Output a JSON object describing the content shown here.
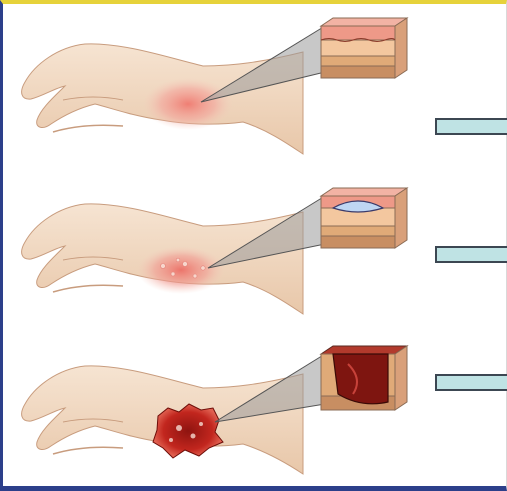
{
  "figure": {
    "panels": [
      {
        "id": "superficial",
        "label": ""
      },
      {
        "id": "partial-thickness",
        "label": ""
      },
      {
        "id": "full-thickness",
        "label": ""
      }
    ]
  },
  "colors": {
    "border_top": "#e6d23a",
    "border_side": "#2c3f8a",
    "skin": "#f3ddc7",
    "skin_shadow": "#e3bfa0",
    "redness": "#f08a80",
    "wound": "#c2261e",
    "label_fill": "#bfe3e4",
    "label_border": "#3c4752"
  }
}
